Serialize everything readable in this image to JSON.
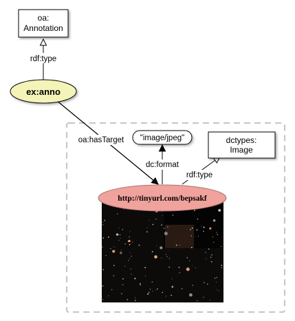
{
  "nodes": {
    "annotation_class": {
      "line1": "oa:",
      "line2": "Annotation"
    },
    "anno": {
      "label": "ex:anno"
    },
    "format_literal": {
      "label": "\"image/jpeg\""
    },
    "image_class": {
      "line1": "dctypes:",
      "line2": "Image"
    },
    "target": {
      "label": "http://tinyurl.com/bepsakf"
    }
  },
  "edges": {
    "anno_type": "rdf:type",
    "has_target": "oa:hasTarget",
    "format": "dc:format",
    "target_type": "rdf:type"
  },
  "colors": {
    "anno_fill": "#f4f3b8",
    "target_fill": "#f0a29c",
    "dashed_border": "#c8c8c8",
    "image_background": "#0c0b0a"
  },
  "icons": {
    "thumbnail": "deep-field-galaxy-image"
  }
}
